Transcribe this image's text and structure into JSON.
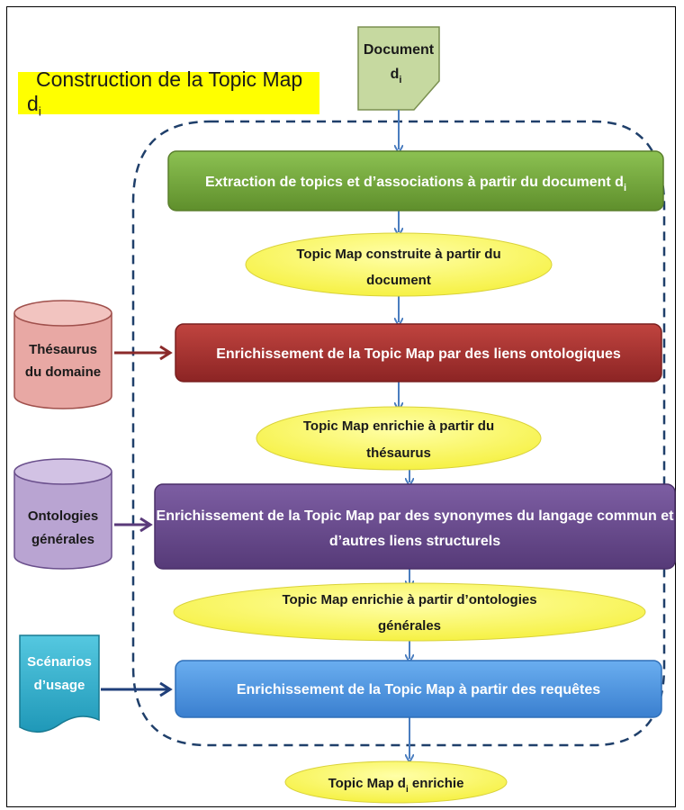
{
  "title": {
    "main": "Construction de la Topic Map d",
    "sub": "i"
  },
  "document": {
    "line1": "Document",
    "line2": "d",
    "sub": "i"
  },
  "steps": [
    {
      "line1": "Extraction de topics et d’associations à partir du document d",
      "sub": "i",
      "color": "#74a83c"
    },
    {
      "line1": "Enrichissement de la Topic Map par des liens ontologiques",
      "color": "#a83232"
    },
    {
      "line1": "Enrichissement de la Topic Map par des synonymes du langage commun et",
      "line2": "d’autres liens structurels",
      "color": "#6a4a8c"
    },
    {
      "line1": "Enrichissement de la Topic Map à partir des requêtes",
      "color": "#4a8fd8"
    }
  ],
  "results": [
    {
      "line1": "Topic Map construite à partir du",
      "line2": "document"
    },
    {
      "line1": "Topic Map enrichie à partir du",
      "line2": "thésaurus"
    },
    {
      "line1": "Topic Map enrichie à partir d’ontologies",
      "line2": "générales"
    },
    {
      "line1": "Topic Map d",
      "sub": "i",
      "line1b": " enrichie"
    }
  ],
  "sources": [
    {
      "line1": "Thésaurus",
      "line2": "du domaine",
      "color": "#e8a8a4",
      "arrow_color": "#8b2a2a"
    },
    {
      "line1": "Ontologies",
      "line2": "générales",
      "color": "#b9a4d2",
      "arrow_color": "#5a3a7a"
    },
    {
      "line1": "Scénarios",
      "line2": "d’usage",
      "color": "#3bb6cf",
      "arrow_color": "#1f3f7a"
    }
  ],
  "colors": {
    "flow_arrow": "#4a7dbf",
    "ellipse": "#ffff66",
    "dashed": "#1f3f6a",
    "doc": "#c6d9a0"
  }
}
